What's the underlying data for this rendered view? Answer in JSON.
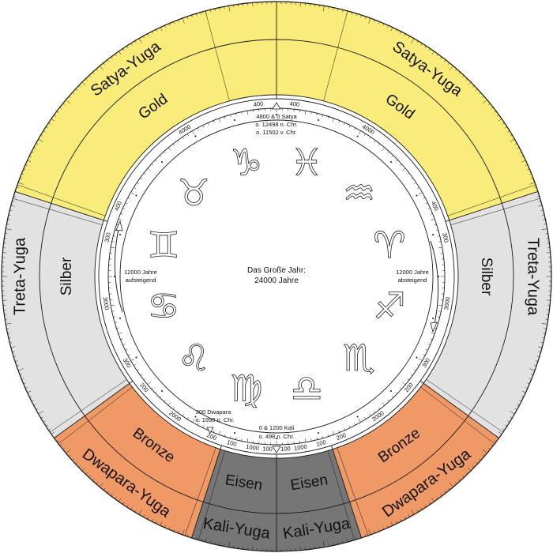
{
  "colors": {
    "gold": "#f9ec7a",
    "silver": "#e2e2e2",
    "bronze": "#ee9966",
    "iron": "#767676",
    "line": "#1a1a1a"
  },
  "outer_ring": {
    "satya": "Satya-Yuga",
    "treta": "Treta-Yuga",
    "dwapara": "Dwapara-Yuga",
    "kali": "Kali-Yuga"
  },
  "middle_ring": {
    "gold": "Gold",
    "silber": "Silber",
    "bronze": "Bronze",
    "eisen": "Eisen"
  },
  "center": {
    "title_line1": "Das Große Jahr:",
    "title_line2": "24000 Jahre",
    "left_line1": "12000 Jahre",
    "left_line2": "aufsteigend",
    "right_line1": "12000 Jahre",
    "right_line2": "absteigend",
    "top_line1": "4800 & 0 Satya",
    "top_line2": "o. 12498 n. Chr.",
    "top_line3": "o. 11502 v. Chr.",
    "bottom_line1": "0 & 1200 Kali",
    "bottom_line2": "o. 498 n. Chr.",
    "dwapara_line1": "300 Dwapara",
    "dwapara_line2": "o. 1998 n. Chr."
  },
  "degree_labels": {
    "r400": "400",
    "r4000": "4000",
    "r300": "300",
    "r3000": "3000",
    "r200": "200",
    "r2000": "2000",
    "r100": "100",
    "r1000": "1000"
  },
  "zodiac": {
    "capricorn": "♑",
    "pisces": "♓",
    "aquarius": "♒",
    "taurus": "♉",
    "aries": "♈",
    "gemini": "♊",
    "sagittarius": "♐",
    "cancer": "♋",
    "scorpio": "♏",
    "leo": "♌",
    "virgo": "♍",
    "libra": "♎"
  }
}
